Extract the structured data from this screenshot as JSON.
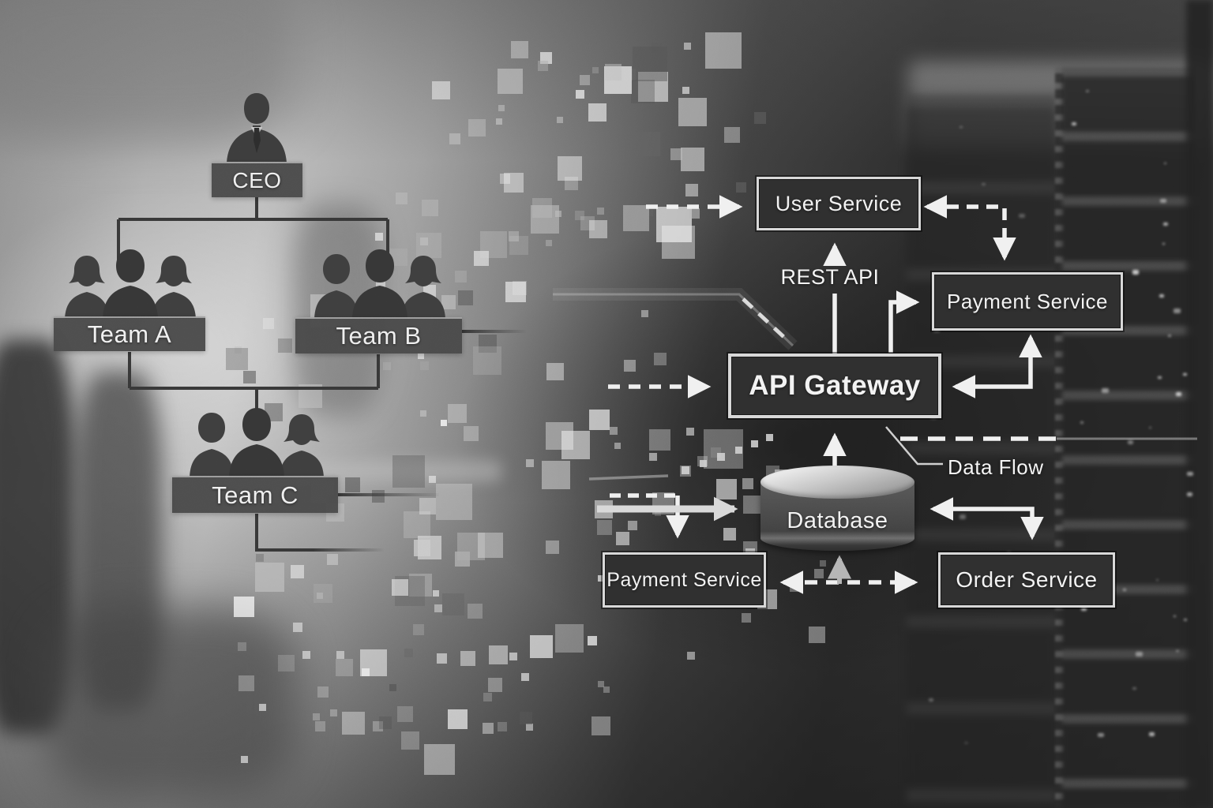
{
  "diagram": {
    "org_chart": {
      "ceo": "CEO",
      "team_a": "Team A",
      "team_b": "Team B",
      "team_c": "Team C"
    },
    "services": {
      "user_service": "User Service",
      "payment_service_top": "Payment Service",
      "api_gateway": "API Gateway",
      "database": "Database",
      "payment_service_bottom": "Payment Service",
      "order_service": "Order Service"
    },
    "annotations": {
      "rest_api": "REST API",
      "data_flow": "Data Flow"
    },
    "edges": [
      {
        "from": "CEO",
        "to": "Team A",
        "style": "solid-line"
      },
      {
        "from": "CEO",
        "to": "Team B",
        "style": "solid-line"
      },
      {
        "from": "Team A",
        "to": "Team C",
        "style": "solid-line"
      },
      {
        "from": "Team B",
        "to": "Team C",
        "style": "solid-line"
      },
      {
        "from": "API Gateway",
        "to": "User Service",
        "style": "solid-arrow",
        "label": "REST API"
      },
      {
        "from": "User Service",
        "to": "Payment Service",
        "style": "dashed-arrow",
        "bidirectional": true
      },
      {
        "from": "API Gateway",
        "to": "Payment Service",
        "style": "solid-arrow"
      },
      {
        "from": "Payment Service",
        "to": "API Gateway",
        "style": "solid-arrow",
        "bidirectional": true
      },
      {
        "from": "Database",
        "to": "API Gateway",
        "style": "solid-arrow"
      },
      {
        "from": "left",
        "to": "User Service",
        "style": "dashed-arrow"
      },
      {
        "from": "left",
        "to": "API Gateway",
        "style": "dashed-arrow"
      },
      {
        "from": "API Gateway",
        "to": "right",
        "style": "dashed-line",
        "label": "Data Flow"
      },
      {
        "from": "left",
        "to": "Database",
        "style": "solid-arrow"
      },
      {
        "from": "left",
        "to": "Payment Service (bottom)",
        "style": "dashed-then-solid-arrow"
      },
      {
        "from": "below",
        "to": "Database",
        "style": "solid-arrow"
      },
      {
        "from": "Payment Service (bottom)",
        "to": "Order Service",
        "style": "dashed-arrow",
        "bidirectional": true
      },
      {
        "from": "Order Service",
        "to": "Database",
        "style": "solid-arrow",
        "bidirectional": true
      }
    ]
  },
  "colors": {
    "box_fill": "#2f2f2f",
    "box_border": "#d8d8d8",
    "org_box_fill": "#4a4a4a",
    "label_text": "#f2f2f2",
    "connector_light": "#f0f0f0",
    "connector_mid": "#cfcfcf",
    "org_line": "#383838",
    "silhouette": "#3e3e3e"
  }
}
